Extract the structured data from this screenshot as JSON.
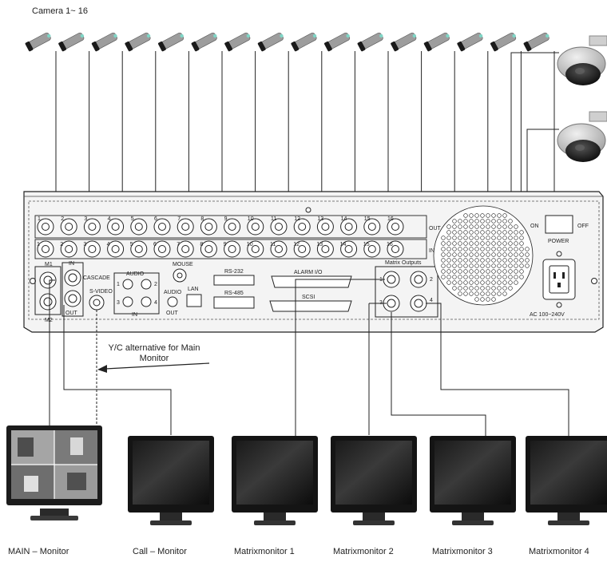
{
  "title": "Camera 1~ 16",
  "cameras": {
    "count": 16
  },
  "dvr_panel": {
    "port_labels_top": [
      "1",
      "2",
      "3",
      "4",
      "5",
      "6",
      "7",
      "8",
      "9",
      "10",
      "11",
      "12",
      "13",
      "14",
      "15",
      "16"
    ],
    "port_labels_bottom": [
      "1",
      "2",
      "3",
      "4",
      "5",
      "6",
      "7",
      "8",
      "9",
      "10",
      "11",
      "12",
      "13",
      "14",
      "15",
      "16"
    ],
    "out_label": "OUT",
    "in_label": "IN",
    "m1": "M1",
    "m2": "M2",
    "cascade": "CASCADE",
    "cascade_in": "IN",
    "cascade_out": "OUT",
    "svideo": "S-VIDEO",
    "audio": "AUDIO",
    "audio_in": "IN",
    "audio_out_top": "AUDIO",
    "audio_out_bottom": "OUT",
    "mouse": "MOUSE",
    "lan": "LAN",
    "rs232": "RS-232",
    "rs485": "RS-485",
    "alarm": "ALARM I/O",
    "scsi": "SCSI",
    "matrix_outputs": "Matrix Outputs",
    "matrix_ports": [
      "1",
      "2",
      "3",
      "4"
    ],
    "on": "ON",
    "off": "OFF",
    "power": "POWER",
    "ac": "AC 100~240V"
  },
  "yc_note": "Y/C alternative for Main Monitor",
  "monitors": [
    "MAIN – Monitor",
    "Call – Monitor",
    "Matrixmonitor 1",
    "Matrixmonitor 2",
    "Matrixmonitor 3",
    "Matrixmonitor 4"
  ]
}
